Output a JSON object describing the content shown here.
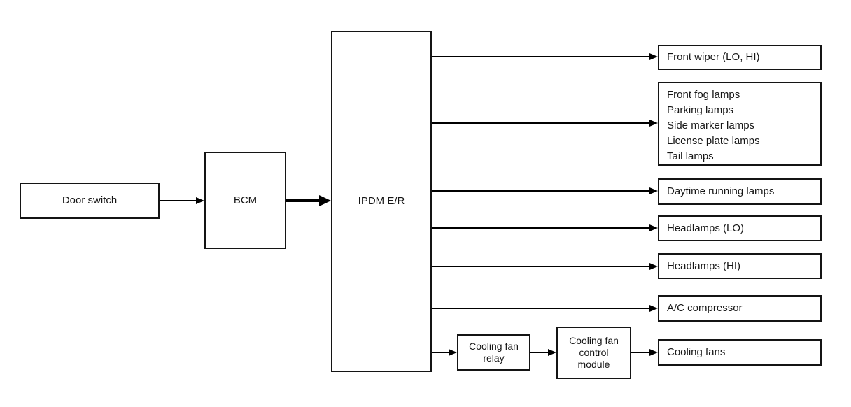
{
  "diagram": {
    "type": "block-diagram",
    "nodes": {
      "door_switch": {
        "label": "Door switch"
      },
      "bcm": {
        "label": "BCM"
      },
      "ipdm_er": {
        "label": "IPDM E/R"
      },
      "front_wiper": {
        "label": "Front wiper (LO, HI)"
      },
      "lamp_group": {
        "lines": [
          "Front fog lamps",
          "Parking lamps",
          "Side marker lamps",
          "License plate lamps",
          "Tail lamps"
        ]
      },
      "daytime_running_lamps": {
        "label": "Daytime running lamps"
      },
      "headlamps_lo": {
        "label": "Headlamps (LO)"
      },
      "headlamps_hi": {
        "label": "Headlamps (HI)"
      },
      "ac_compressor": {
        "label": "A/C compressor"
      },
      "cooling_fan_relay": {
        "label": "Cooling fan relay"
      },
      "cooling_fan_control_module": {
        "label": "Cooling fan control module"
      },
      "cooling_fans": {
        "label": "Cooling fans"
      }
    },
    "edges": [
      {
        "from": "Door switch",
        "to": "BCM",
        "style": "thin"
      },
      {
        "from": "BCM",
        "to": "IPDM E/R",
        "style": "thick"
      },
      {
        "from": "IPDM E/R",
        "to": "Front wiper (LO, HI)",
        "style": "thin"
      },
      {
        "from": "IPDM E/R",
        "to": "Front fog lamps / Parking lamps / Side marker lamps / License plate lamps / Tail lamps",
        "style": "thin"
      },
      {
        "from": "IPDM E/R",
        "to": "Daytime running lamps",
        "style": "thin"
      },
      {
        "from": "IPDM E/R",
        "to": "Headlamps (LO)",
        "style": "thin"
      },
      {
        "from": "IPDM E/R",
        "to": "Headlamps (HI)",
        "style": "thin"
      },
      {
        "from": "IPDM E/R",
        "to": "A/C compressor",
        "style": "thin"
      },
      {
        "from": "IPDM E/R",
        "to": "Cooling fan relay",
        "style": "thin"
      },
      {
        "from": "Cooling fan relay",
        "to": "Cooling fan control module",
        "style": "thin"
      },
      {
        "from": "Cooling fan control module",
        "to": "Cooling fans",
        "style": "thin"
      }
    ],
    "colors": {
      "line": "#000000",
      "box_border": "#141414",
      "background": "#ffffff",
      "text": "#161616"
    }
  }
}
